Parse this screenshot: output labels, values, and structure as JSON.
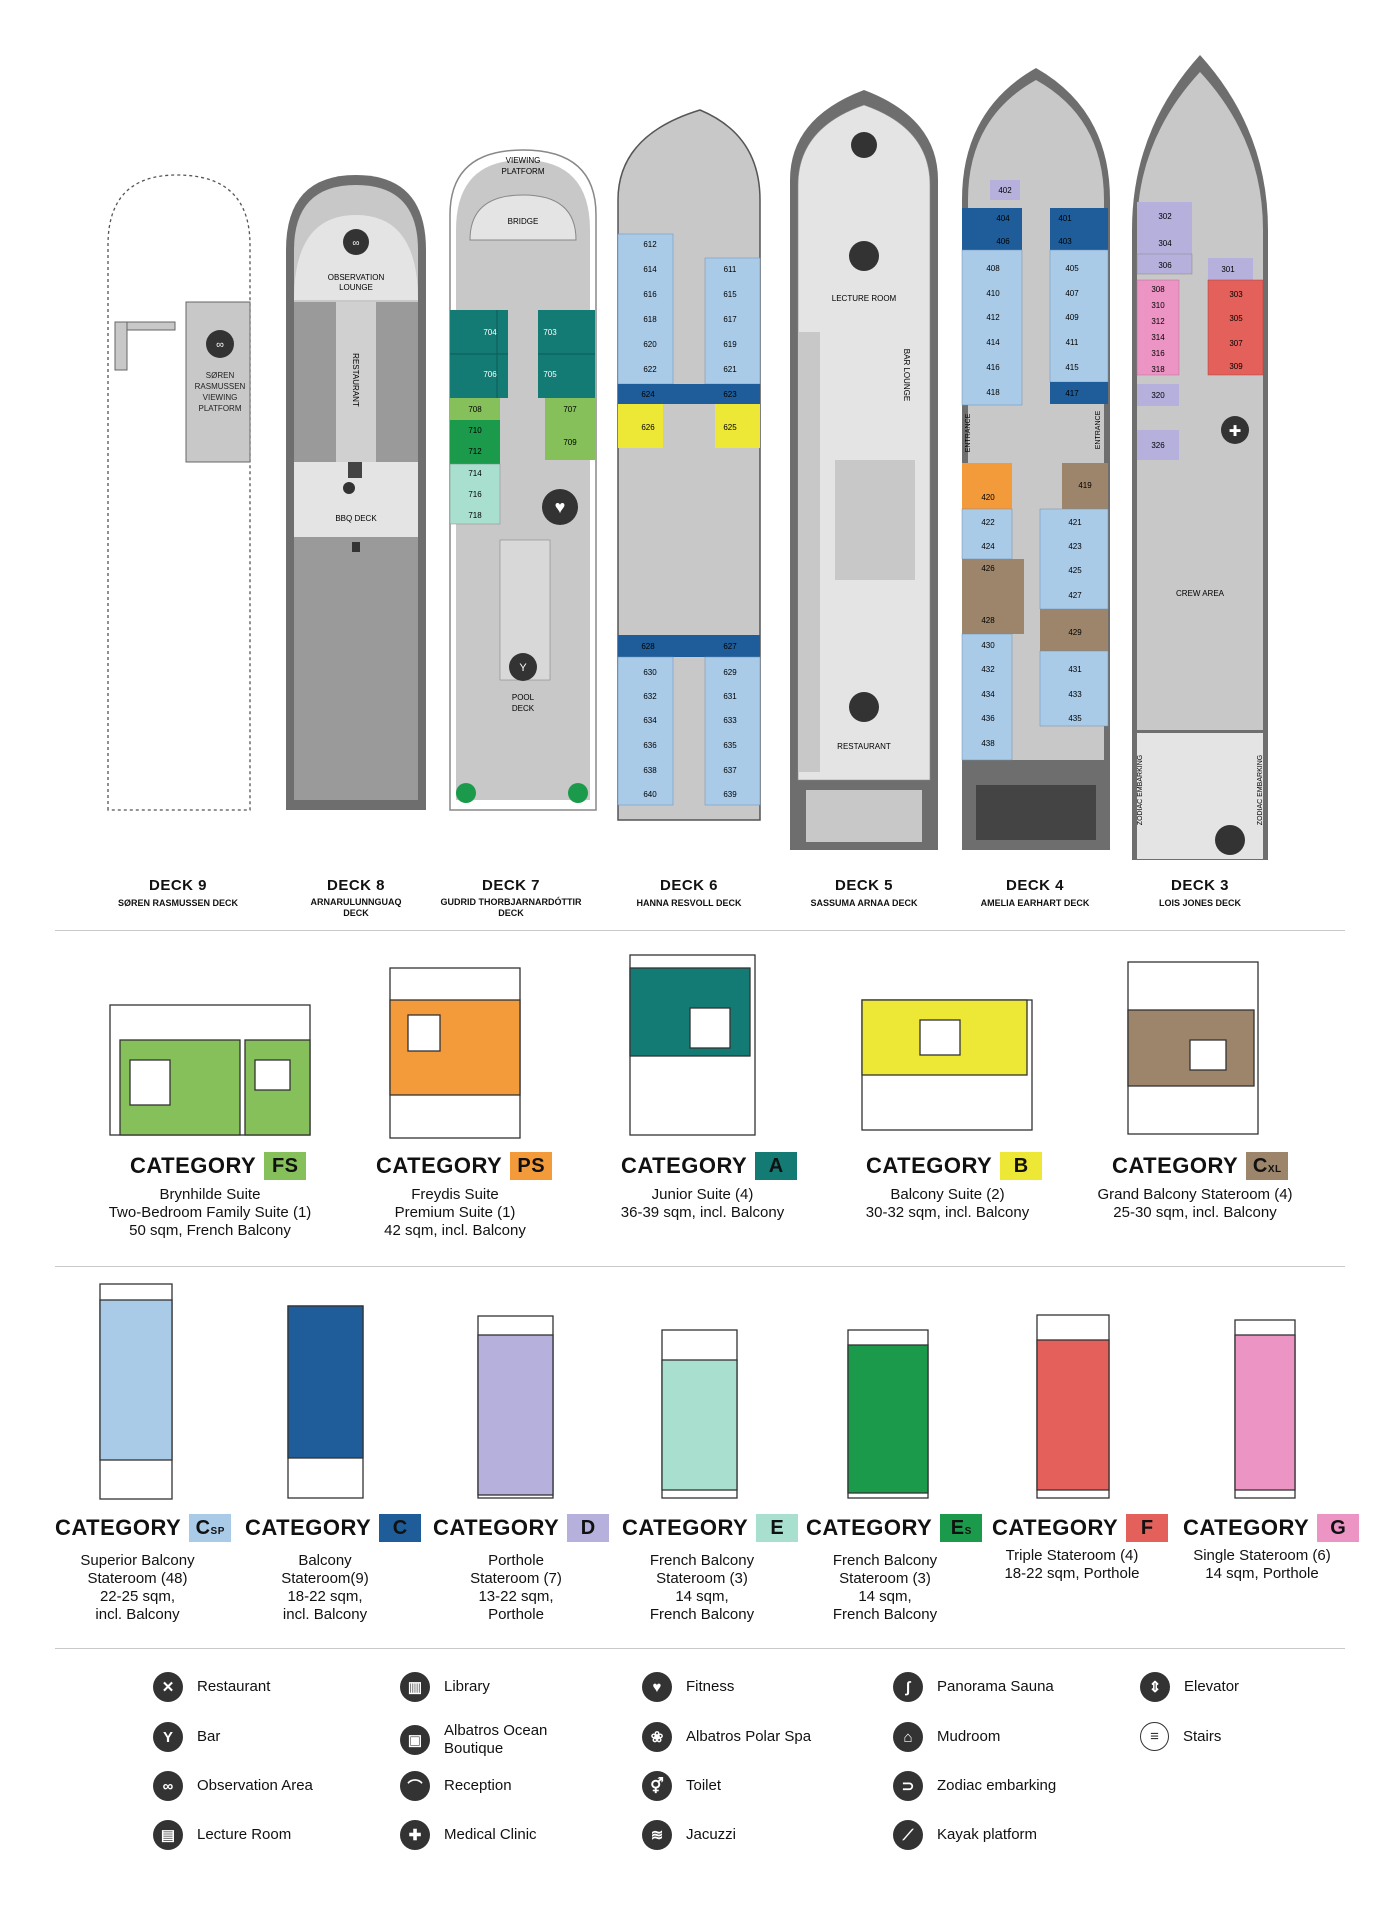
{
  "decks": [
    {
      "number": "DECK  9",
      "name": "SØREN RASMUSSEN DECK"
    },
    {
      "number": "DECK  8",
      "name": "ARNARULUNNGUAQ DECK"
    },
    {
      "number": "DECK  7",
      "name": "GUDRID THORBJARNARDÓTTIR DECK"
    },
    {
      "number": "DECK  6",
      "name": "HANNA RESVOLL DECK"
    },
    {
      "number": "DECK  5",
      "name": "SASSUMA ARNAA DECK"
    },
    {
      "number": "DECK  4",
      "name": "AMELIA EARHART DECK"
    },
    {
      "number": "DECK  3",
      "name": "LOIS JONES DECK"
    }
  ],
  "plan_labels": {
    "d9_platform": [
      "SØREN",
      "RASMUSSEN",
      "VIEWING",
      "PLATFORM"
    ],
    "d8_lounge": [
      "OBSERVATION",
      "LOUNGE"
    ],
    "d8_restaurant": "RESTAURANT",
    "d8_bbq": "BBQ DECK",
    "d7_viewing": [
      "VIEWING",
      "PLATFORM"
    ],
    "d7_bridge": "BRIDGE",
    "d7_pool": [
      "POOL",
      "DECK"
    ],
    "d5_lecture": "LECTURE ROOM",
    "d5_bar": [
      "BAR",
      "LOUNGE"
    ],
    "d5_restaurant": "RESTAURANT",
    "d4_entrance": "ENTRANCE",
    "d3_crew": "CREW AREA",
    "d3_zodiac": "ZODIAC EMBARKING"
  },
  "cabins": {
    "d7_teal": [
      "704",
      "703",
      "706",
      "705"
    ],
    "d7_green_left": [
      "708",
      "710",
      "712"
    ],
    "d7_green_right": [
      "707",
      "709"
    ],
    "d7_mint": [
      "714",
      "716",
      "718"
    ],
    "d6_left_top": [
      "612",
      "614",
      "616",
      "618",
      "620",
      "622"
    ],
    "d6_right_top": [
      "611",
      "615",
      "617",
      "619",
      "621"
    ],
    "d6_blue": [
      "624",
      "623"
    ],
    "d6_yellow": [
      "626",
      "625"
    ],
    "d6_blue2": [
      "628",
      "627"
    ],
    "d6_left_bottom": [
      "630",
      "632",
      "634",
      "636",
      "638",
      "640"
    ],
    "d6_right_bottom": [
      "629",
      "631",
      "633",
      "635",
      "637",
      "639"
    ],
    "d4_lav": [
      "402"
    ],
    "d4_blue": [
      "404",
      "401",
      "406",
      "403"
    ],
    "d4_left": [
      "408",
      "410",
      "412",
      "414",
      "416",
      "418"
    ],
    "d4_right": [
      "405",
      "407",
      "409",
      "411",
      "415",
      "417"
    ],
    "d4_orange": [
      "420"
    ],
    "d4_brown": [
      "419",
      "426",
      "428",
      "429"
    ],
    "d4_left2": [
      "422",
      "424",
      "430",
      "432",
      "434",
      "436",
      "438"
    ],
    "d4_right2": [
      "421",
      "423",
      "425",
      "427",
      "431",
      "433",
      "435"
    ],
    "d3_lav": [
      "302",
      "304",
      "306",
      "301",
      "320",
      "326"
    ],
    "d3_pink": [
      "308",
      "310",
      "312",
      "314",
      "316",
      "318"
    ],
    "d3_red": [
      "303",
      "305",
      "307",
      "309"
    ]
  },
  "categories_row1": [
    {
      "label": "CATEGORY",
      "code": "FS",
      "sub": "",
      "color": "#86c05a",
      "text": "#111",
      "desc": [
        "Brynhilde Suite",
        "Two-Bedroom Family Suite (1)",
        "50 sqm, French Balcony"
      ]
    },
    {
      "label": "CATEGORY",
      "code": "PS",
      "sub": "",
      "color": "#f39a3a",
      "text": "#111",
      "desc": [
        "Freydis Suite",
        "Premium Suite (1)",
        "42 sqm, incl. Balcony"
      ]
    },
    {
      "label": "CATEGORY",
      "code": "A",
      "sub": "",
      "color": "#137a74",
      "text": "#111",
      "desc": [
        "Junior Suite (4)",
        "36-39 sqm, incl. Balcony"
      ]
    },
    {
      "label": "CATEGORY",
      "code": "B",
      "sub": "",
      "color": "#ede736",
      "text": "#111",
      "desc": [
        "Balcony Suite (2)",
        "30-32 sqm, incl. Balcony"
      ]
    },
    {
      "label": "CATEGORY",
      "code": "C",
      "sub": "XL",
      "color": "#9c856a",
      "text": "#111",
      "desc": [
        "Grand Balcony Stateroom (4)",
        "25-30 sqm, incl. Balcony"
      ]
    }
  ],
  "categories_row2": [
    {
      "label": "CATEGORY",
      "code": "C",
      "sub": "SP",
      "color": "#a9cbe8",
      "text": "#111",
      "desc": [
        "Superior Balcony",
        "Stateroom (48)",
        "22-25 sqm,",
        "incl. Balcony"
      ]
    },
    {
      "label": "CATEGORY",
      "code": "C",
      "sub": "",
      "color": "#1e5d99",
      "text": "#111",
      "desc": [
        "Balcony",
        "Stateroom(9)",
        "18-22 sqm,",
        "incl. Balcony"
      ]
    },
    {
      "label": "CATEGORY",
      "code": "D",
      "sub": "",
      "color": "#b6b0dc",
      "text": "#111",
      "desc": [
        "Porthole",
        "Stateroom (7)",
        "13-22 sqm,",
        "Porthole"
      ]
    },
    {
      "label": "CATEGORY",
      "code": "E",
      "sub": "",
      "color": "#a8dfcf",
      "text": "#111",
      "desc": [
        "French Balcony",
        "Stateroom (3)",
        "14 sqm,",
        "French Balcony"
      ]
    },
    {
      "label": "CATEGORY",
      "code": "E",
      "sub": "S",
      "color": "#1a9a4a",
      "text": "#111",
      "desc": [
        "French Balcony",
        "Stateroom (3)",
        "14 sqm,",
        "French Balcony"
      ]
    },
    {
      "label": "CATEGORY",
      "code": "F",
      "sub": "",
      "color": "#e4605a",
      "text": "#111",
      "desc": [
        "Triple Stateroom (4)",
        "18-22 sqm, Porthole"
      ]
    },
    {
      "label": "CATEGORY",
      "code": "G",
      "sub": "",
      "color": "#ec95c5",
      "text": "#111",
      "desc": [
        "Single Stateroom (6)",
        "14 sqm, Porthole"
      ]
    }
  ],
  "legend": [
    {
      "label": "Restaurant",
      "icon": "restaurant-icon",
      "glyph": "✕"
    },
    {
      "label": "Bar",
      "icon": "bar-icon",
      "glyph": "Y"
    },
    {
      "label": "Observation Area",
      "icon": "binoculars-icon",
      "glyph": "∞"
    },
    {
      "label": "Lecture Room",
      "icon": "lecture-room-icon",
      "glyph": "▤"
    },
    {
      "label": "Library",
      "icon": "library-icon",
      "glyph": "▥"
    },
    {
      "label": "Albatros Ocean Boutique",
      "icon": "gift-icon",
      "glyph": "▣"
    },
    {
      "label": "Reception",
      "icon": "reception-bell-icon",
      "glyph": "⌒"
    },
    {
      "label": "Medical Clinic",
      "icon": "medical-cross-icon",
      "glyph": "✚"
    },
    {
      "label": "Fitness",
      "icon": "heart-icon",
      "glyph": "♥"
    },
    {
      "label": "Albatros Polar Spa",
      "icon": "lotus-icon",
      "glyph": "❀"
    },
    {
      "label": "Toilet",
      "icon": "toilet-icon",
      "glyph": "⚥"
    },
    {
      "label": "Jacuzzi",
      "icon": "jacuzzi-icon",
      "glyph": "≋"
    },
    {
      "label": "Panorama Sauna",
      "icon": "sauna-icon",
      "glyph": "∫"
    },
    {
      "label": "Mudroom",
      "icon": "boot-icon",
      "glyph": "⌂"
    },
    {
      "label": "Zodiac embarking",
      "icon": "zodiac-icon",
      "glyph": "⊃"
    },
    {
      "label": "Kayak platform",
      "icon": "kayak-icon",
      "glyph": "⟋"
    },
    {
      "label": "Elevator",
      "icon": "elevator-icon",
      "glyph": "⇕"
    },
    {
      "label": "Stairs",
      "icon": "stairs-icon",
      "glyph": "≡"
    }
  ],
  "colors": {
    "deck_gray": "#c8c8c8",
    "hull_dark": "#6e6e6e",
    "cabin_blue": "#a9cbe8",
    "cabin_navy": "#1e5d99",
    "cabin_yellow": "#ede736",
    "teal": "#137a74",
    "green": "#86c05a",
    "mint": "#a8dfcf",
    "orange": "#f39a3a",
    "brown": "#9c856a",
    "lavender": "#b6b0dc",
    "pink": "#ec95c5",
    "red": "#e4605a"
  }
}
